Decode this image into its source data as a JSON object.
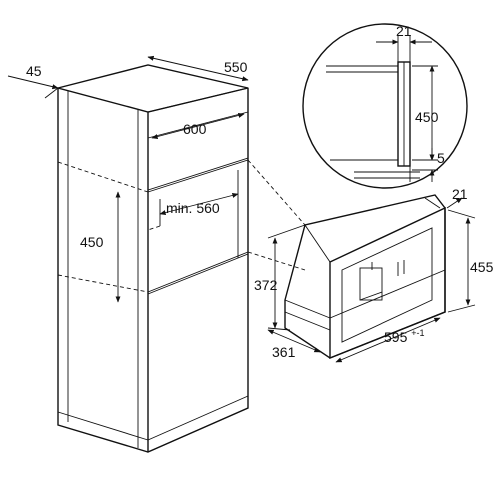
{
  "dimensions": {
    "cabinet_depth_offset": "45",
    "cabinet_depth": "550",
    "cabinet_width": "600",
    "niche_width_min": "min. 560",
    "niche_height": "450",
    "appliance_depth": "372",
    "appliance_side_depth": "361",
    "appliance_width": "595",
    "appliance_width_tolerance": "+-1",
    "appliance_height": "455",
    "appliance_front_depth": "21",
    "detail_depth": "21",
    "detail_height": "450",
    "detail_gap": "5"
  },
  "colors": {
    "line": "#111111",
    "background": "#ffffff"
  }
}
